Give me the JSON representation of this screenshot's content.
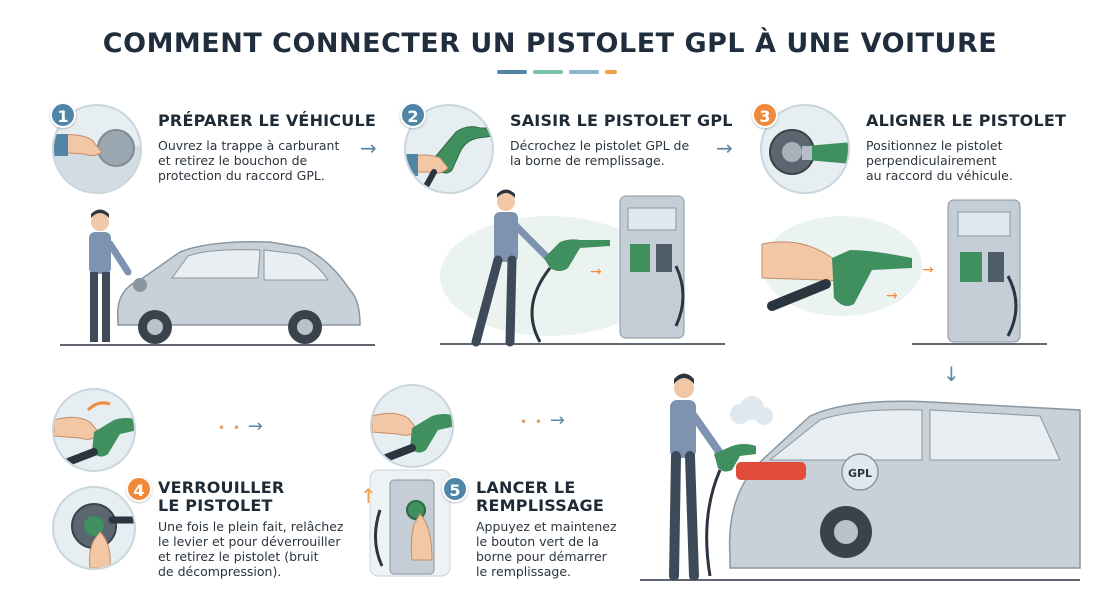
{
  "title": "COMMENT CONNECTER UN PISTOLET GPL À UNE VOITURE",
  "colors": {
    "dash_colors": [
      "#4f86a8",
      "#79c3a8",
      "#8fb6cf",
      "#f0a14a"
    ],
    "badge_blue": "#4f86a8",
    "badge_orange": "#f08a3a",
    "nozzle_green": "#3f8f5f",
    "pump_gray": "#c5ced6",
    "car_silver": "#c9d1d8"
  },
  "steps": [
    {
      "number": "1",
      "title": "PRÉPARER LE VÉHICULE",
      "text_lines": [
        "Ouvrez la trappe à carburant",
        "et retirez le bouchon de",
        "protection du raccord GPL."
      ]
    },
    {
      "number": "2",
      "title": "SAISIR LE PISTOLET GPL",
      "text_lines": [
        "Décrochez le pistolet GPL de",
        "la borne de remplissage."
      ]
    },
    {
      "number": "3",
      "title": "ALIGNER LE PISTOLET",
      "text_lines": [
        "Positionnez le pistolet",
        "perpendiculairement",
        "au raccord du véhicule."
      ]
    },
    {
      "number": "4",
      "title_lines": [
        "VERROUILLER",
        "LE PISTOLET"
      ],
      "text_lines": [
        "Une fois le plein fait, relâchez",
        "le levier et pour déverrouiller",
        "et retirez le pistolet (bruit",
        "de décompression)."
      ]
    },
    {
      "number": "5",
      "title_lines": [
        "LANCER LE",
        "REMPLISSAGE"
      ],
      "text_lines": [
        "Appuyez et maintenez",
        "le bouton vert de la",
        "borne pour démarrer",
        "le remplissage."
      ]
    }
  ],
  "car_badge": "GPL",
  "icons": [
    "arrow-right-icon",
    "arrow-down-icon",
    "arrow-up-icon"
  ]
}
